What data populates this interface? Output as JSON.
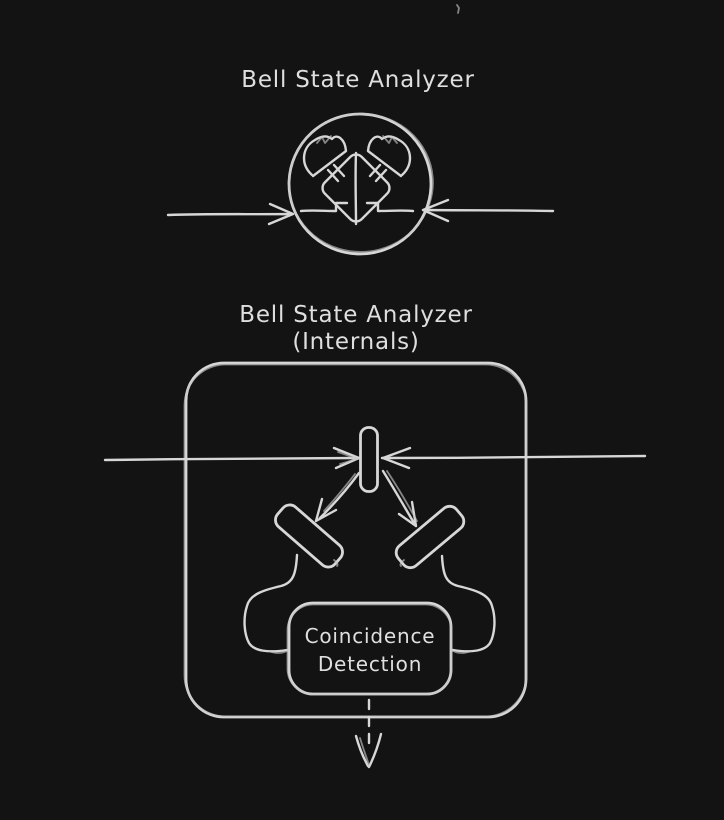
{
  "titles": {
    "top": "Bell State Analyzer",
    "internals_line1": "Bell State Analyzer",
    "internals_line2": "(Internals)"
  },
  "internals": {
    "coincidence_line1": "Coincidence",
    "coincidence_line2": "Detection"
  },
  "icons": {
    "analyzer_symbol": "circled beam-splitter with two detector domes",
    "beam_splitter": "vertical beam-splitter bar",
    "detectors": "two tilted detector bars",
    "input_arrows": "left and right photon input arrows",
    "output_arrow": "dashed downward output arrow"
  },
  "colors": {
    "background": "#131313",
    "stroke": "#d7d7d7",
    "text": "#dfdfdf"
  }
}
